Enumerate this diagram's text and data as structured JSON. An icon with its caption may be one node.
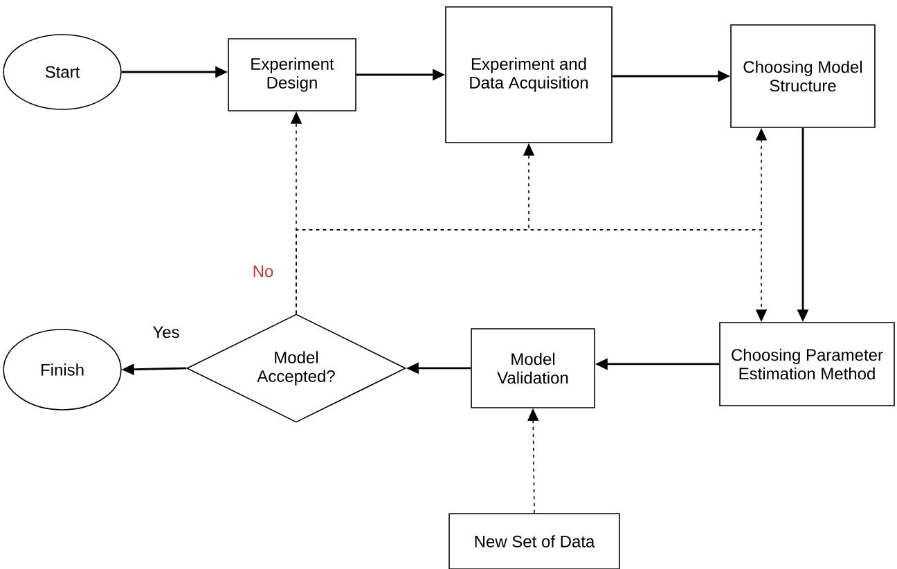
{
  "diagram": {
    "nodes": [
      {
        "text": [
          "Start"
        ]
      },
      {
        "text": [
          "Experiment Design"
        ]
      },
      {
        "text": [
          "Experiment and Data Acquisition"
        ]
      },
      {
        "text": [
          "Choosing Model Structure"
        ]
      },
      {
        "text": [
          "Choosing Parameter Estimation Method"
        ]
      },
      {
        "text": [
          "Model Validation"
        ]
      },
      {
        "text": [
          "Model Accepted?"
        ]
      },
      {
        "text": [
          "Finish"
        ]
      },
      {
        "text": [
          "New Set of Data"
        ]
      }
    ],
    "edges": [
      {
        "from": 0,
        "to": 1,
        "arrow": "to"
      },
      {
        "from": 1,
        "to": 2,
        "arrow": "to"
      },
      {
        "from": 2,
        "to": 3,
        "arrow": "to"
      },
      {
        "from": 3,
        "to": 4,
        "arrow": "to"
      },
      {
        "from": 4,
        "to": 5,
        "arrow": "to"
      },
      {
        "from": 5,
        "to": 6,
        "arrow": "to"
      },
      {
        "from": 6,
        "to": 7,
        "arrow": "to",
        "label": "Yes"
      },
      {
        "from": 8,
        "to": 5,
        "arrow": "to",
        "style": "dashed"
      },
      {
        "from": 6,
        "to": 1,
        "arrow": "to",
        "style": "dashed",
        "label": "No"
      },
      {
        "from": 6,
        "to": 2,
        "arrow": "to",
        "style": "dashed"
      },
      {
        "from": 6,
        "to": 3,
        "arrow": "to",
        "style": "dashed"
      },
      {
        "from": 6,
        "to": 4,
        "arrow": "to",
        "style": "dashed"
      }
    ]
  }
}
